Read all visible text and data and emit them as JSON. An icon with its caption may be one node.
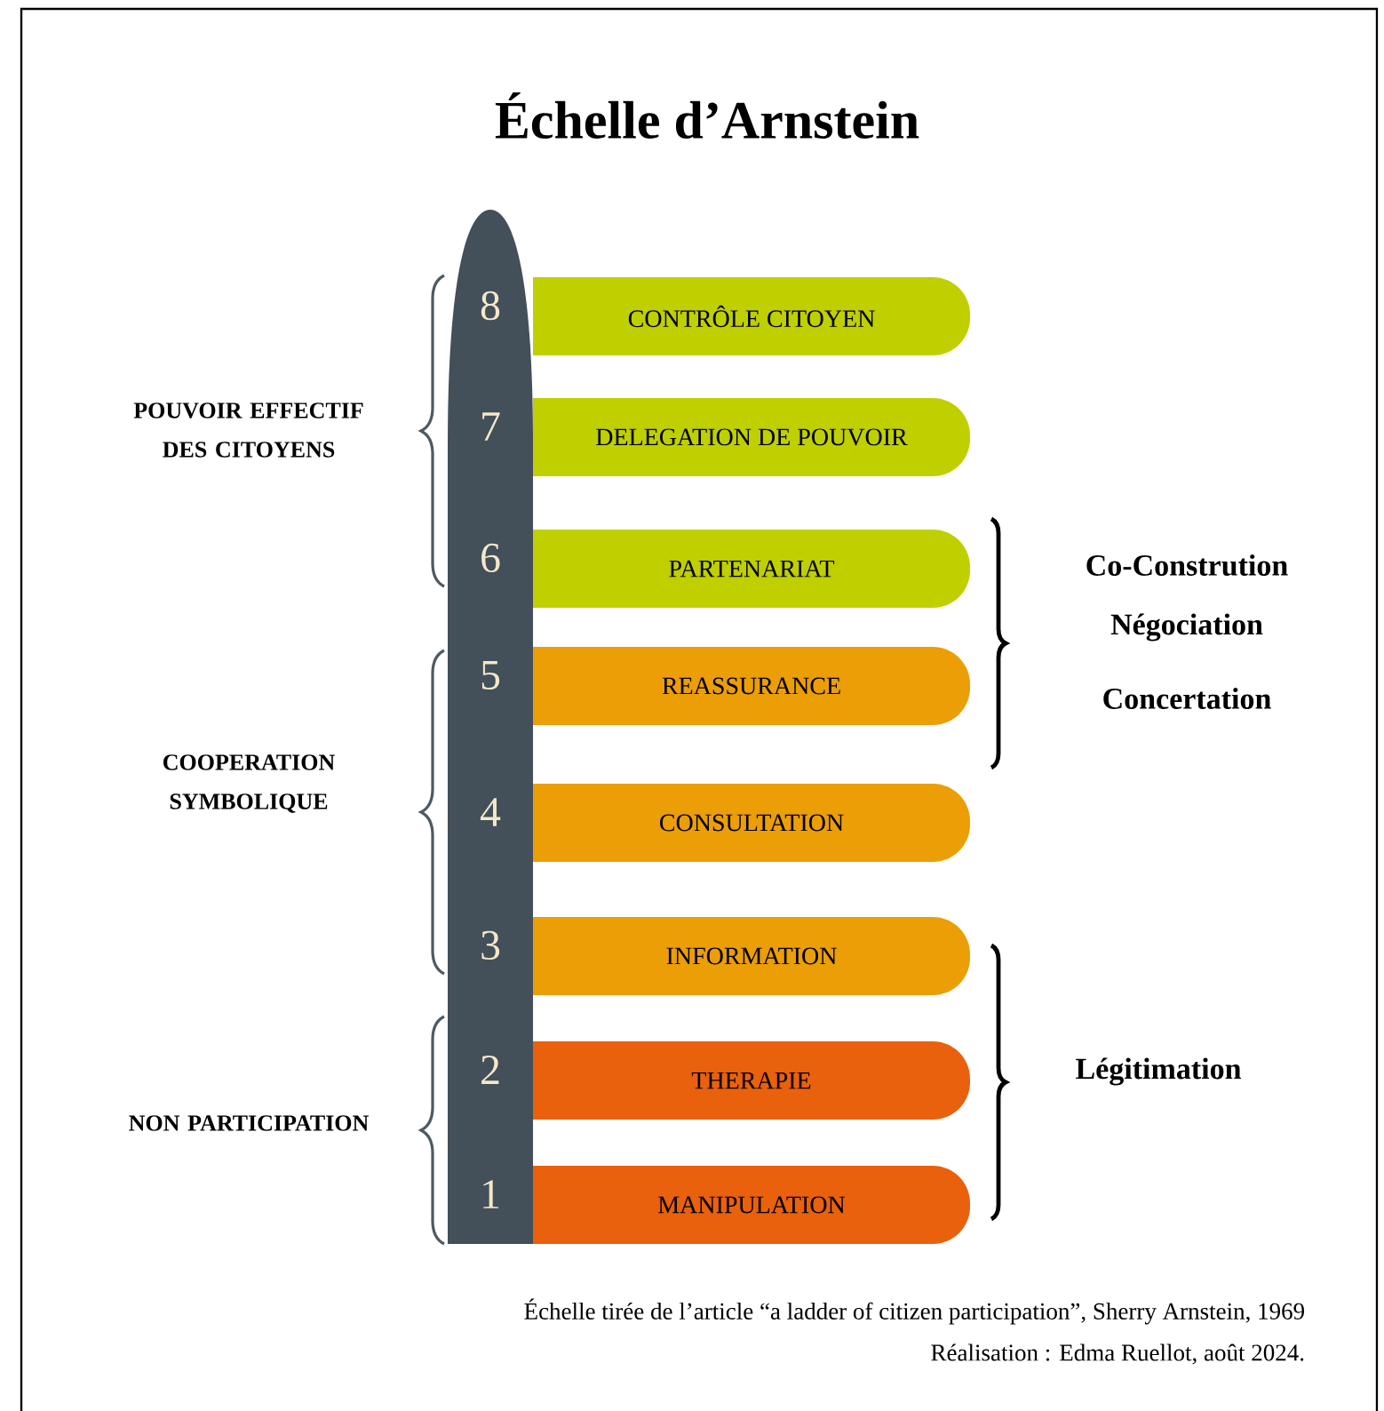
{
  "diagram": {
    "title": "Échelle d’Arnstein",
    "nodes": [
      {
        "text": [
          "CONTRÔLE CITOYEN"
        ],
        "beside": [
          "8"
        ]
      },
      {
        "text": [
          "DELEGATION DE POUVOIR"
        ],
        "beside": [
          "7"
        ]
      },
      {
        "text": [
          "PARTENARIAT"
        ],
        "beside": [
          "6"
        ]
      },
      {
        "text": [
          "REASSURANCE"
        ],
        "beside": [
          "5"
        ]
      },
      {
        "text": [
          "CONSULTATION"
        ],
        "beside": [
          "4"
        ]
      },
      {
        "text": [
          "INFORMATION"
        ],
        "beside": [
          "3"
        ]
      },
      {
        "text": [
          "THERAPIE"
        ],
        "beside": [
          "2"
        ]
      },
      {
        "text": [
          "MANIPULATION"
        ],
        "beside": [
          "1"
        ]
      }
    ],
    "labels": [
      "POUVOIR EFFECTIF DES CITOYENS",
      "Co-Constrution",
      "Négociation",
      "Concertation",
      "COOPERATION SYMBOLIQUE",
      "Légitimation",
      "NON PARTICIPATION",
      "Échelle tirée de l’article “a ladder of citizen participation”, Sherry Arnstein, 1969",
      "Réalisation : Edma Ruellot, août 2024."
    ]
  }
}
